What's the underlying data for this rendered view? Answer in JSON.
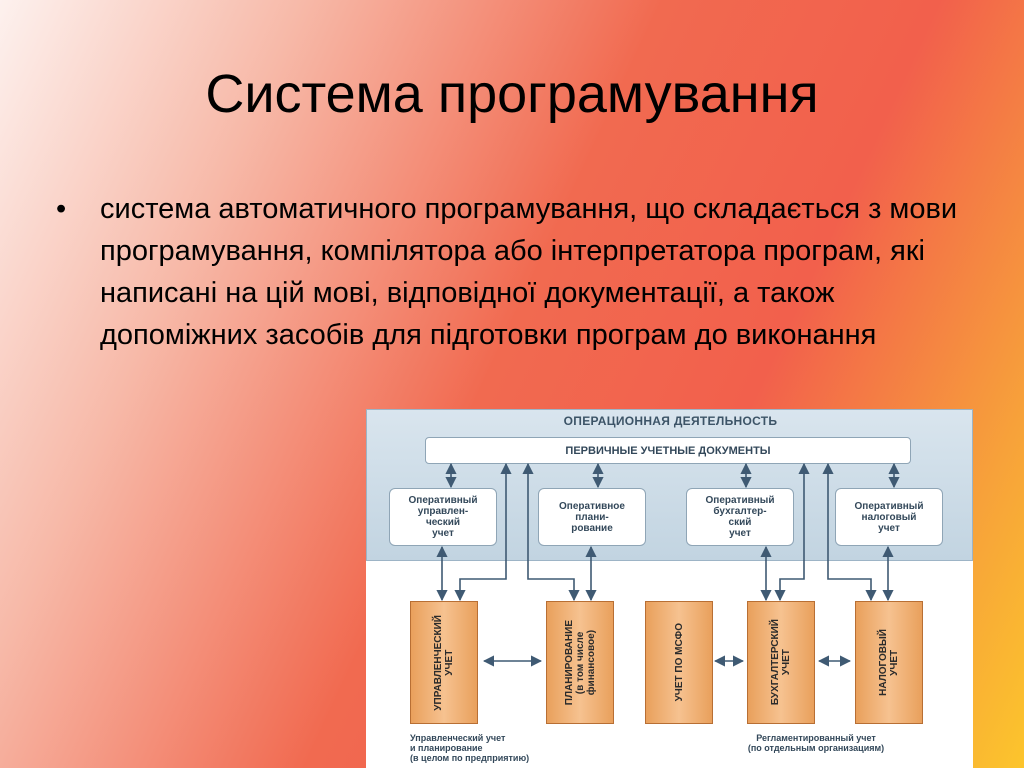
{
  "slide": {
    "title": "Система програмування",
    "bullet_marker": "•",
    "bullet_text": "система автоматичного програмування, що складається з мови програмування, компілятора або інтерпретатора програм, які написані на цій мові, відповідної документації, а також допоміжних засобів для підготовки програм до виконання"
  },
  "diagram": {
    "panel_title": "ОПЕРАЦИОННАЯ ДЕЯТЕЛЬНОСТЬ",
    "primary_docs": "ПЕРВИЧНЫЕ УЧЕТНЫЕ ДОКУМЕНТЫ",
    "operational_boxes": [
      "Оперативный\nуправлен-\nческий\nучет",
      "Оперативное\nплани-\nрование",
      "Оперативный\nбухгалтер-\nский\nучет",
      "Оперативный\nналоговый\nучет"
    ],
    "accounting_boxes": [
      "УПРАВЛЕНЧЕСКИЙ\nУЧЕТ",
      "ПЛАНИРОВАНИЕ\n(в том числе\nфинансовое)",
      "УЧЕТ ПО МСФО",
      "БУХГАЛТЕРСКИЙ\nУЧЕТ",
      "НАЛОГОВЫЙ\nУЧЕТ"
    ],
    "footer_left": "Управленческий учет\nи планирование\n(в целом по предприятию)",
    "footer_right": "Регламентированный учет\n(по отдельным организациям)"
  }
}
